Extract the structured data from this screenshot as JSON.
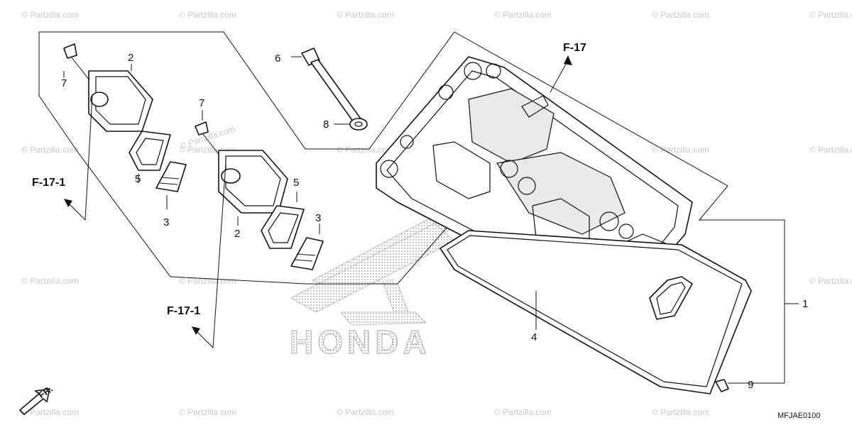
{
  "watermark": "© Partzilla.com",
  "brand": "HONDA",
  "diagram_code": "MFJAE0100",
  "front_marker": "FR.",
  "callouts": [
    {
      "id": "c1",
      "text": "1"
    },
    {
      "id": "c2a",
      "text": "2"
    },
    {
      "id": "c2b",
      "text": "2"
    },
    {
      "id": "c3a",
      "text": "3"
    },
    {
      "id": "c3b",
      "text": "3"
    },
    {
      "id": "c4",
      "text": "4"
    },
    {
      "id": "c5a",
      "text": "5"
    },
    {
      "id": "c5b",
      "text": "5"
    },
    {
      "id": "c6",
      "text": "6"
    },
    {
      "id": "c7a",
      "text": "7"
    },
    {
      "id": "c7b",
      "text": "7"
    },
    {
      "id": "c8",
      "text": "8"
    },
    {
      "id": "c9",
      "text": "9"
    }
  ],
  "references": [
    {
      "id": "r1",
      "text": "F-17"
    },
    {
      "id": "r2",
      "text": "F-17-1"
    },
    {
      "id": "r3",
      "text": "F-17-1"
    }
  ]
}
